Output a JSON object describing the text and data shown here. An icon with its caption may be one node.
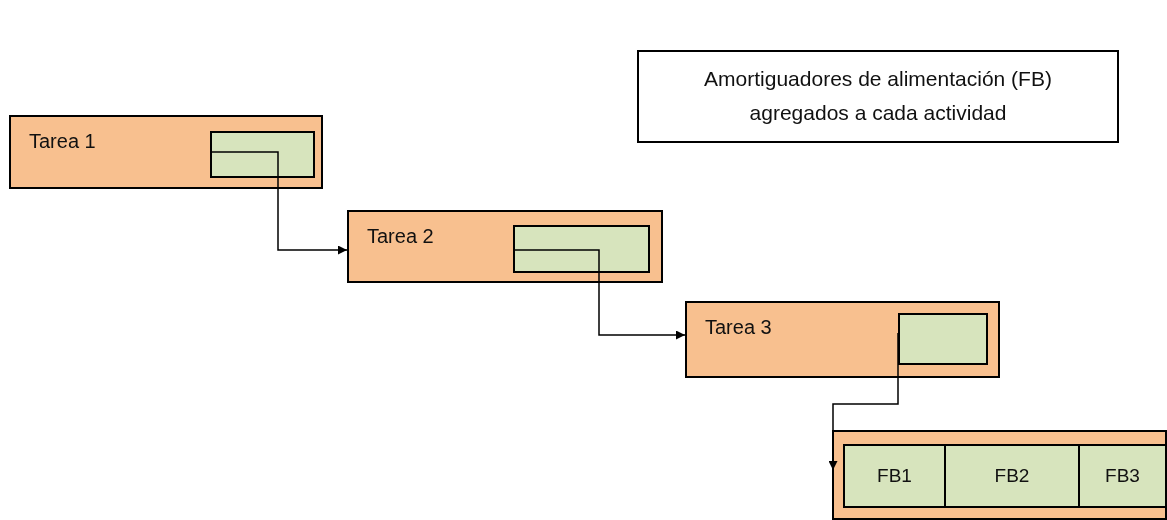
{
  "diagram": {
    "nodes": [
      {
        "text": [
          "Amortiguadores de alimentación (FB) agregados a cada actividad"
        ]
      },
      {
        "text": [
          "Tarea 1"
        ]
      },
      {
        "text": [],
        "shape": "box",
        "in": 1
      },
      {
        "text": [
          "Tarea 2"
        ]
      },
      {
        "text": [],
        "shape": "box",
        "in": 3
      },
      {
        "text": [
          "Tarea 3"
        ]
      },
      {
        "text": [],
        "shape": "box",
        "in": 5
      },
      {
        "text": [],
        "shape": "box"
      },
      {
        "text": [
          "FB1"
        ],
        "in": 7
      },
      {
        "text": [
          "FB2"
        ],
        "in": 7
      },
      {
        "text": [
          "FB3"
        ],
        "in": 7
      }
    ],
    "edges": [
      {
        "from": 2,
        "to": 3,
        "arrow": "to"
      },
      {
        "from": 4,
        "to": 5,
        "arrow": "to"
      },
      {
        "from": 6,
        "to": 7,
        "arrow": "to"
      }
    ]
  }
}
